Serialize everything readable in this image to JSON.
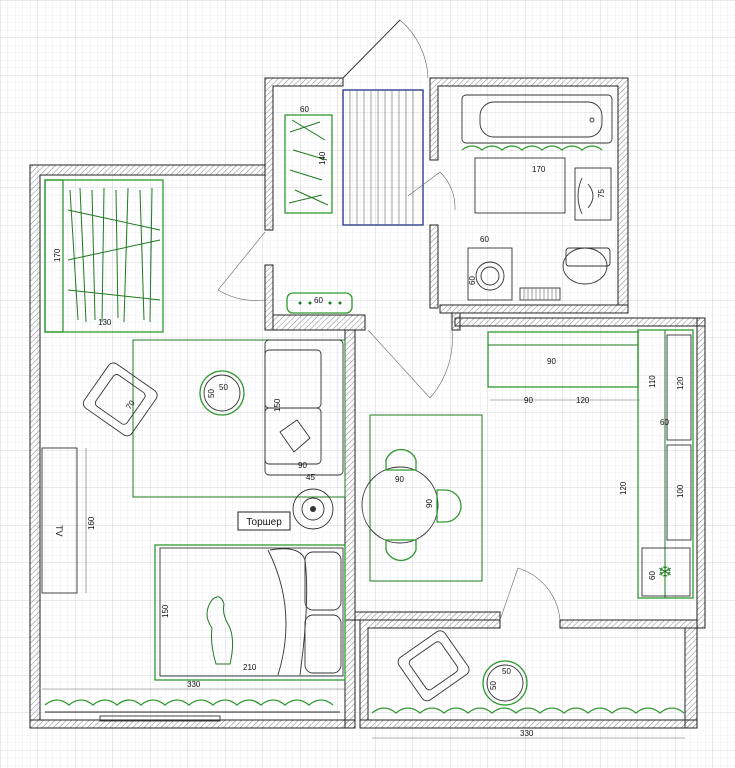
{
  "plan": {
    "labels": {
      "floor_lamp": "Торшер",
      "tv": "TV"
    },
    "dimensions": {
      "wardrobe_entry_w": "60",
      "wardrobe_entry_h": "140",
      "bath_w": "170",
      "sink_w": "75",
      "washer_w": "60",
      "washer_h": "60",
      "bench_w": "60",
      "bedroom_wardrobe_h": "170",
      "bedroom_wardrobe_w": "130",
      "armchair_w": "70",
      "coffee_table": "50",
      "sofa_h": "150",
      "sofa_w": "90",
      "sofa_arm": "45",
      "tv_wall": "160",
      "bed_w": "150",
      "bed_l": "210",
      "bedroom_w": "330",
      "kitchen_top_w": "90",
      "kitchen_cab_a": "90",
      "kitchen_cab_b": "120",
      "kitchen_side_110": "110",
      "kitchen_side_120a": "120",
      "kitchen_side_60": "60",
      "kitchen_side_120b": "120",
      "kitchen_side_100": "100",
      "fridge": "60",
      "dining_table_w": "90",
      "dining_table_h": "90",
      "balcony_table": "50",
      "balcony_table_h": "50",
      "balcony_w": "330"
    }
  }
}
